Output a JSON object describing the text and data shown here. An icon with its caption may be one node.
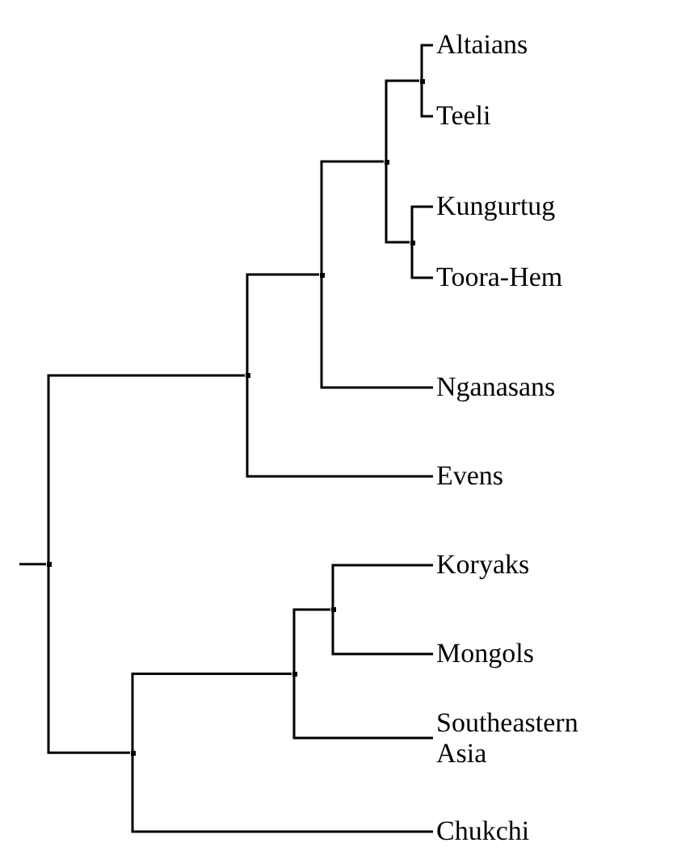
{
  "diagram": {
    "nodes": [
      {
        "text": [
          "Altaians"
        ]
      },
      {
        "text": [
          "Teeli"
        ]
      },
      {
        "text": [
          "Kungurtug"
        ]
      },
      {
        "text": [
          "Toora-Hem"
        ]
      },
      {
        "text": [
          "Nganasans"
        ]
      },
      {
        "text": [
          "Evens"
        ]
      },
      {
        "text": [
          "Koryaks"
        ]
      },
      {
        "text": [
          "Mongols"
        ]
      },
      {
        "text": [
          "Southeastern Asia"
        ]
      },
      {
        "text": [
          "Chukchi"
        ]
      },
      {
        "text": [],
        "shape": "point"
      },
      {
        "text": [],
        "shape": "point"
      },
      {
        "text": [],
        "shape": "point"
      },
      {
        "text": [],
        "shape": "point"
      },
      {
        "text": [],
        "shape": "point"
      },
      {
        "text": [],
        "shape": "point"
      },
      {
        "text": [],
        "shape": "point"
      },
      {
        "text": [],
        "shape": "point"
      },
      {
        "text": [],
        "shape": "point"
      }
    ],
    "edges": [
      {
        "from": 10,
        "to": 0,
        "arrow": "none"
      },
      {
        "from": 10,
        "to": 1,
        "arrow": "none"
      },
      {
        "from": 11,
        "to": 2,
        "arrow": "none"
      },
      {
        "from": 11,
        "to": 3,
        "arrow": "none"
      },
      {
        "from": 12,
        "to": 10,
        "arrow": "none"
      },
      {
        "from": 12,
        "to": 11,
        "arrow": "none"
      },
      {
        "from": 13,
        "to": 12,
        "arrow": "none"
      },
      {
        "from": 13,
        "to": 4,
        "arrow": "none"
      },
      {
        "from": 14,
        "to": 13,
        "arrow": "none"
      },
      {
        "from": 14,
        "to": 5,
        "arrow": "none"
      },
      {
        "from": 15,
        "to": 6,
        "arrow": "none"
      },
      {
        "from": 15,
        "to": 7,
        "arrow": "none"
      },
      {
        "from": 16,
        "to": 15,
        "arrow": "none"
      },
      {
        "from": 16,
        "to": 8,
        "arrow": "none"
      },
      {
        "from": 17,
        "to": 16,
        "arrow": "none"
      },
      {
        "from": 17,
        "to": 9,
        "arrow": "none"
      },
      {
        "from": 18,
        "to": 14,
        "arrow": "none"
      },
      {
        "from": 18,
        "to": 17,
        "arrow": "none"
      },
      {
        "from": null,
        "to": 18,
        "arrow": "none"
      }
    ]
  }
}
